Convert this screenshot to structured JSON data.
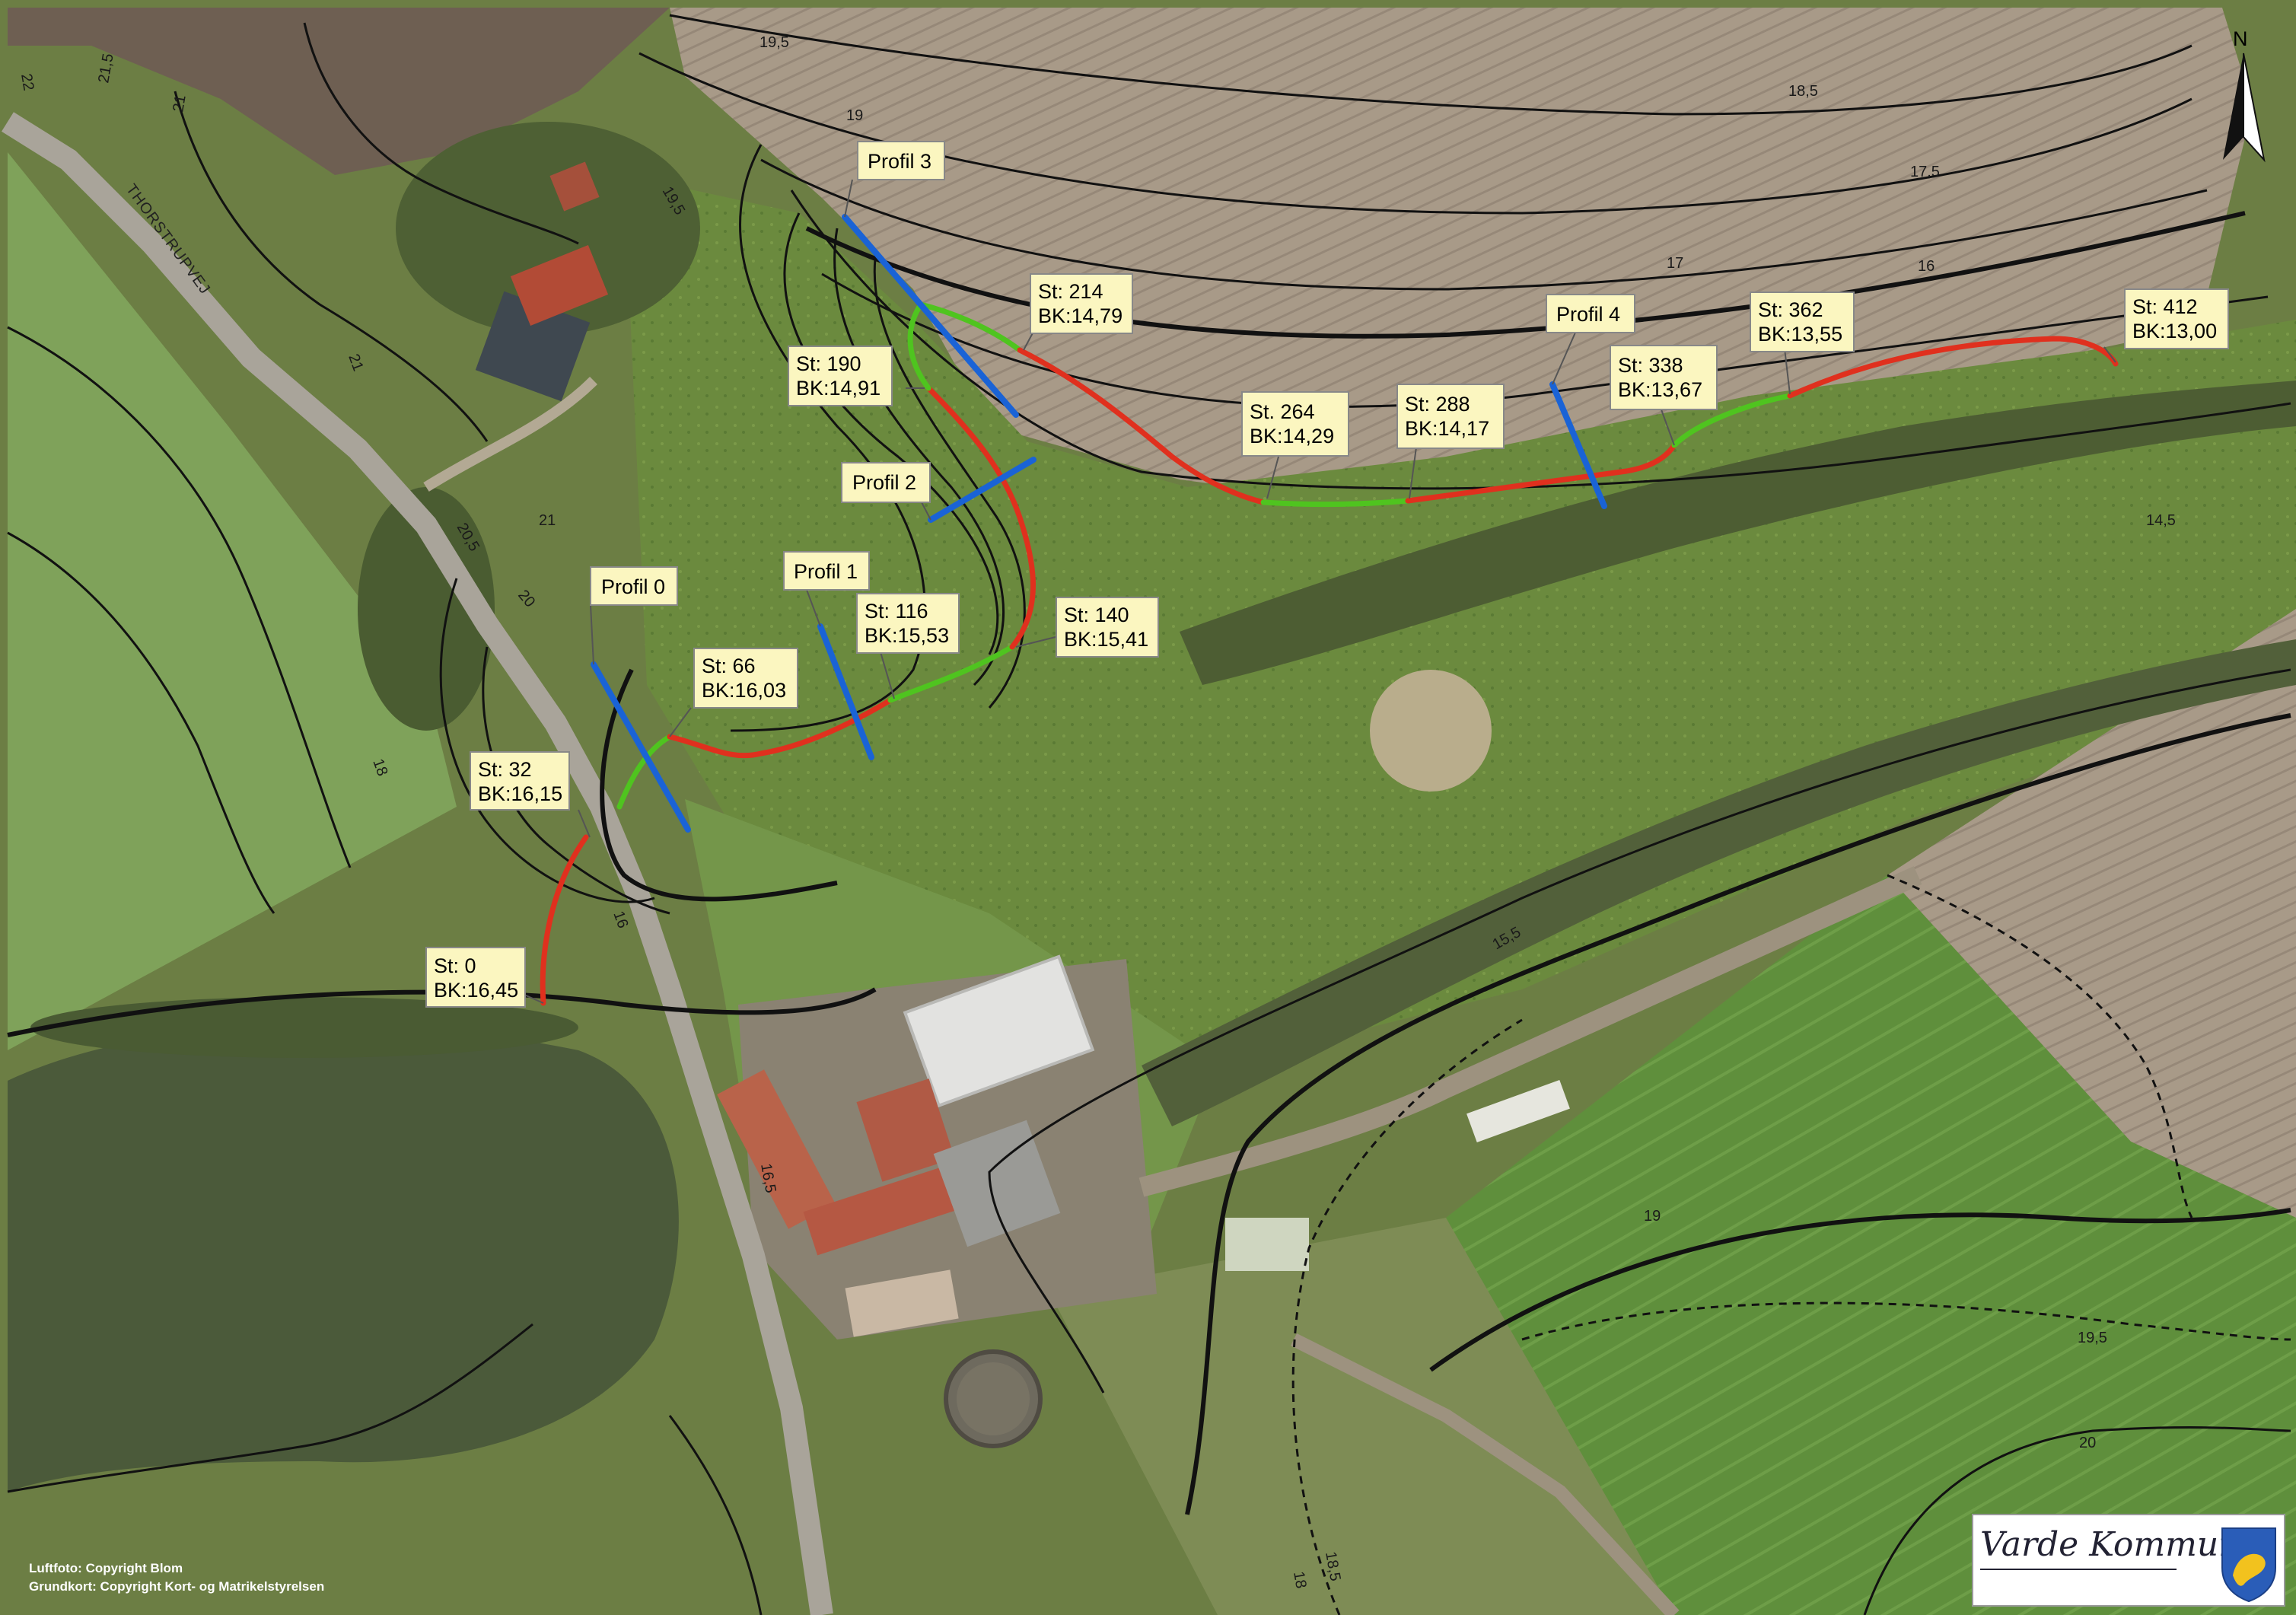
{
  "stations": [
    {
      "st": "St: 0",
      "bk": "BK:16,45"
    },
    {
      "st": "St: 32",
      "bk": "BK:16,15"
    },
    {
      "st": "St: 66",
      "bk": "BK:16,03"
    },
    {
      "st": "St: 116",
      "bk": "BK:15,53"
    },
    {
      "st": "St: 140",
      "bk": "BK:15,41"
    },
    {
      "st": "St: 190",
      "bk": "BK:14,91"
    },
    {
      "st": "St: 214",
      "bk": "BK:14,79"
    },
    {
      "st": "St. 264",
      "bk": "BK:14,29"
    },
    {
      "st": "St: 288",
      "bk": "BK:14,17"
    },
    {
      "st": "St: 338",
      "bk": "BK:13,67"
    },
    {
      "st": "St: 362",
      "bk": "BK:13,55"
    },
    {
      "st": "St: 412",
      "bk": "BK:13,00"
    }
  ],
  "profiles": [
    "Profil 0",
    "Profil 1",
    "Profil 2",
    "Profil 3",
    "Profil 4"
  ],
  "contour_labels": [
    "21,5",
    "22",
    "21",
    "21",
    "19,5",
    "19",
    "19,5",
    "18,5",
    "17,5",
    "17",
    "16",
    "14,5",
    "20,5",
    "21",
    "20",
    "18",
    "16",
    "16,5",
    "15,5",
    "19",
    "19,5",
    "20",
    "18,5",
    "18"
  ],
  "road_name": "THORSTRUPVEJ",
  "north_label": "N",
  "credits": [
    "Luftfoto: Copyright Blom",
    "Grundkort: Copyright Kort- og Matrikelstyrelsen"
  ],
  "logo": {
    "name": "Varde Kommune"
  },
  "colors": {
    "restored": "#e0301e",
    "existing": "#4fc41f",
    "profile": "#1a63d6",
    "callout": "#fbf6c0"
  }
}
